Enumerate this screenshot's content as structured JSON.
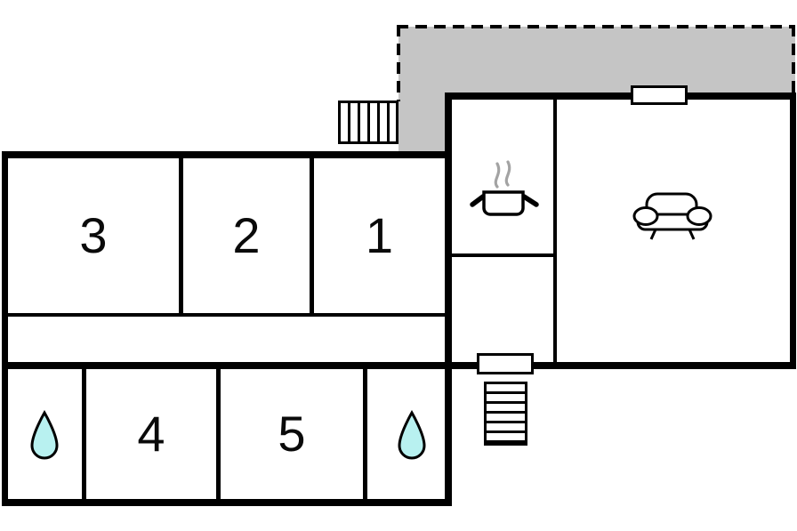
{
  "rooms": {
    "room1": {
      "label": "1"
    },
    "room2": {
      "label": "2"
    },
    "room3": {
      "label": "3"
    },
    "room4": {
      "label": "4"
    },
    "room5": {
      "label": "5"
    }
  },
  "features": {
    "bathroom_left": {
      "icon": "water-drop"
    },
    "bathroom_right": {
      "icon": "water-drop"
    },
    "kitchen": {
      "icon": "cooking-pot-with-steam"
    },
    "living_room": {
      "icon": "sofa"
    },
    "terrace": {
      "style": "dashed-outline-gray-area"
    },
    "stairs_top": {
      "icon": "staircase",
      "treads": 6,
      "tread_direction": "vertical"
    },
    "stairs_bottom": {
      "icon": "staircase",
      "treads": 6,
      "tread_direction": "horizontal"
    },
    "window_top": {
      "icon": "window"
    },
    "door_bottom": {
      "icon": "door"
    }
  },
  "colors": {
    "wall": "#000000",
    "background": "#ffffff",
    "terrace_fill": "#c5c5c5",
    "water_drop_fill": "#b8f1f0",
    "water_drop_stroke": "#000000",
    "steam": "#a3a3a3",
    "furniture_stroke": "#000000",
    "furniture_fill": "#ffffff"
  }
}
